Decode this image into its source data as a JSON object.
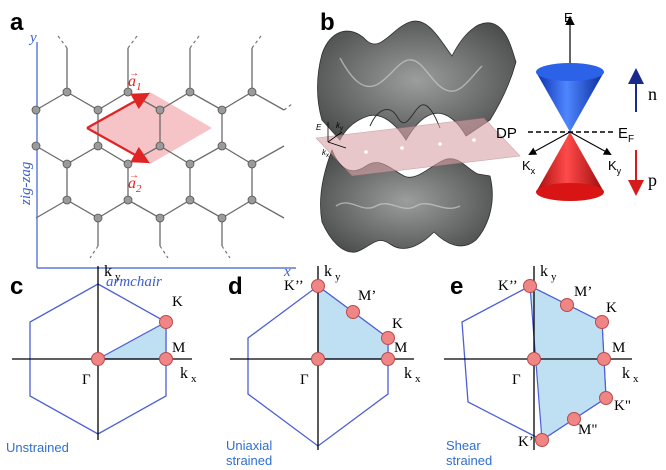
{
  "colors": {
    "axis_blue": "#3a5fd0",
    "hex_blue": "#4d5fd6",
    "wedge_fill": "#bfe0f3",
    "node_fill": "#f08585",
    "lattice_node": "#9a9a9a",
    "vector_red": "#e02424",
    "cone_blue": "#1f4fe0",
    "cone_red": "#e01616",
    "surface_gray": "#5c5d5d",
    "plane_pink": "#d9a3a8",
    "caption_blue": "#2f6fd0"
  },
  "panel_a": {
    "label": "a",
    "axis_y": "y",
    "axis_x": "x",
    "zigzag": "zig-zag",
    "armchair": "armchair",
    "vec1": "a",
    "vec1_sub": "1",
    "vec2": "a",
    "vec2_sub": "2"
  },
  "panel_b": {
    "label": "b",
    "axis_E": "E",
    "axis_ky": "k",
    "axis_ky_sub": "y",
    "axis_kx": "k",
    "axis_kx_sub": "x",
    "cone_E": "E",
    "dp": "DP",
    "ef": "E",
    "ef_sub": "F",
    "kx": "K",
    "kx_sub": "x",
    "ky": "K",
    "ky_sub": "y",
    "n": "n",
    "p": "p"
  },
  "panel_c": {
    "label": "c",
    "k": "k",
    "y": "y",
    "x": "x",
    "K": "K",
    "M": "M",
    "gamma": "Γ",
    "caption": "Unstrained"
  },
  "panel_d": {
    "label": "d",
    "k": "k",
    "y": "y",
    "x": "x",
    "Kpp": "K’’",
    "Mp": "M’",
    "K": "K",
    "M": "M",
    "gamma": "Γ",
    "caption_line1": "Uniaxial",
    "caption_line2": "strained"
  },
  "panel_e": {
    "label": "e",
    "k": "k",
    "y": "y",
    "x": "x",
    "Kpp": "K’’",
    "Mp": "M’",
    "K": "K",
    "M": "M",
    "gamma": "Γ",
    "Kdd": "K\"",
    "Mdd": "M\"",
    "Kp": "K’",
    "caption_line1": "Shear",
    "caption_line2": "strained"
  }
}
